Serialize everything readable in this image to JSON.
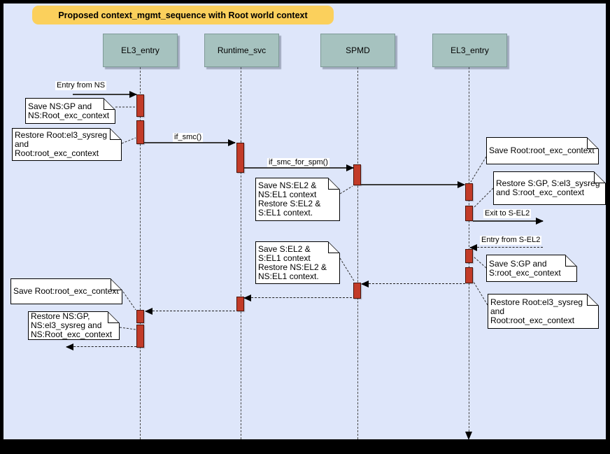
{
  "title": "Proposed context_mgmt_sequence with Root world context",
  "colors": {
    "background": "#dee6fa",
    "title_fill": "#fbd05c",
    "actor_fill": "#a6c2bf",
    "activation_fill": "#c23b28",
    "note_fill": "#ffffff"
  },
  "actors": [
    {
      "label": "EL3_entry"
    },
    {
      "label": "Runtime_svc"
    },
    {
      "label": "SPMD"
    },
    {
      "label": "EL3_entry"
    }
  ],
  "messages": {
    "entry_from_ns": "Entry from NS",
    "if_smc": "if_smc()",
    "if_smc_for_spm": "if_smc_for_spm()",
    "exit_to_sel2": "Exit to S-EL2",
    "entry_from_sel2": "Entry from S-EL2"
  },
  "notes": [
    {
      "text": "Save NS:GP and\nNS:Root_exc_context"
    },
    {
      "text": "Restore Root:el3_sysreg\nand\nRoot:root_exc_context"
    },
    {
      "text": "Save NS:EL2 &\nNS:EL1 context\nRestore S:EL2 &\nS:EL1 context."
    },
    {
      "text": "Save Root:root_exc_context"
    },
    {
      "text": "Restore S:GP, S:el3_sysreg\nand S:root_exc_context"
    },
    {
      "text": "Save S:EL2 &\nS:EL1 context\nRestore NS:EL2 &\nNS:EL1 context."
    },
    {
      "text": "Save S:GP and\nS:root_exc_context"
    },
    {
      "text": "Restore Root:el3_sysreg\nand\nRoot:root_exc_context"
    },
    {
      "text": "Save Root:root_exc_context"
    },
    {
      "text": "Restore NS:GP,\nNS:el3_sysreg and\nNS:Root_exc_context"
    }
  ]
}
